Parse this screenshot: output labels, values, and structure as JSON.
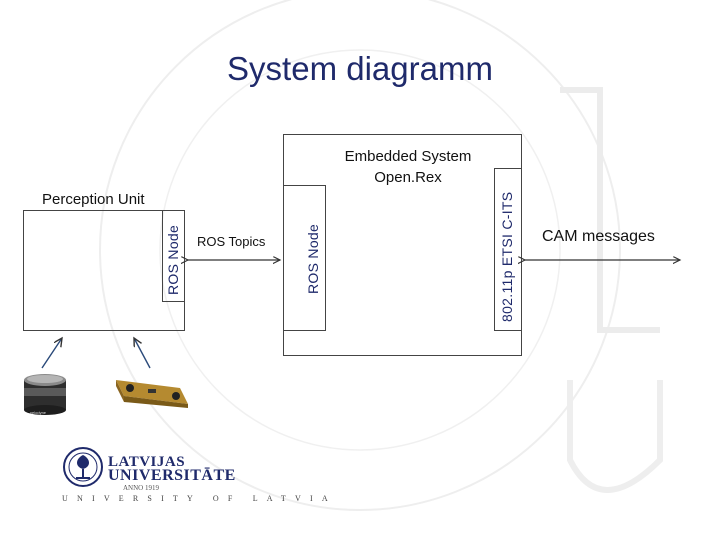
{
  "title": "System diagramm",
  "embedded": {
    "line1": "Embedded System",
    "line2": "Open.Rex"
  },
  "perception": {
    "label": "Perception Unit"
  },
  "nodes": {
    "left": "ROS Node",
    "right": "ROS Node",
    "radio": "802.11p ETSI C-ITS"
  },
  "links": {
    "ros_topics": "ROS Topics",
    "cam_messages": "CAM messages"
  },
  "logo": {
    "line1": "LATVIJAS",
    "line2": "UNIVERSITĀTE",
    "anno": "ANNO 1919",
    "sub": "UNIVERSITY OF LATVIA"
  },
  "colors": {
    "title": "#1f2a6b",
    "node_text": "#1f2a6b",
    "border": "#444444"
  }
}
